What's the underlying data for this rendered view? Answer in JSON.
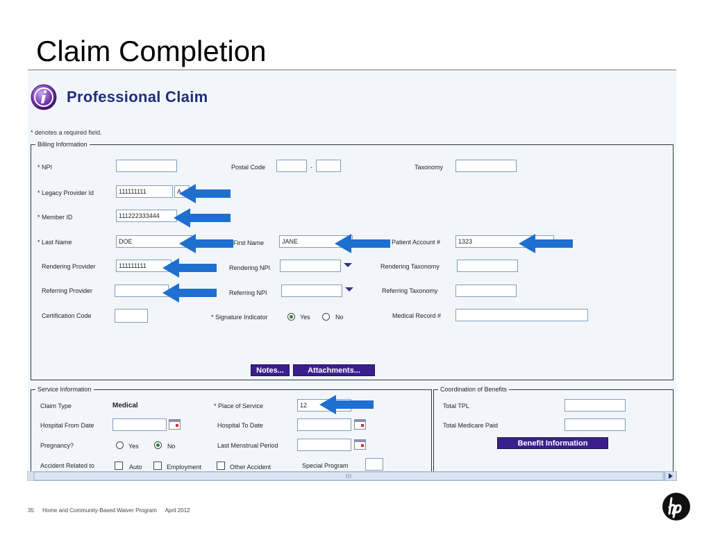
{
  "slide": {
    "title": "Claim Completion",
    "footer": {
      "page_number": "35",
      "program": "Home and Community-Based Waiver Program",
      "date": "April 2012"
    }
  },
  "app": {
    "title": "Professional Claim",
    "required_note": "* denotes a required field."
  },
  "billing": {
    "legend": "Billing Information",
    "npi_label": "* NPI",
    "npi_value": "",
    "postal_code_label": "Postal Code",
    "postal_dash": "-",
    "taxonomy_label": "Taxonomy",
    "legacy_label": "* Legacy Provider Id",
    "legacy_value": "111111111",
    "legacy_suffix": "A",
    "member_label": "* Member ID",
    "member_value": "111222333444",
    "last_name_label": "* Last Name",
    "last_name_value": "DOE",
    "first_name_label": "First Name",
    "first_name_value": "JANE",
    "patient_account_label": "Patient Account #",
    "patient_account_value": "1323",
    "rendering_provider_label": "Rendering Provider",
    "rendering_provider_value": "111111111",
    "rendering_npi_label": "Rendering NPI",
    "rendering_taxonomy_label": "Rendering Taxonomy",
    "referring_provider_label": "Referring Provider",
    "referring_npi_label": "Referring NPI",
    "referring_taxonomy_label": "Referring Taxonomy",
    "certification_label": "Certification Code",
    "signature_label": "* Signature Indicator",
    "signature_yes": "Yes",
    "signature_no": "No",
    "signature_selected": "Yes",
    "medical_record_label": "Medical Record #",
    "notes_button": "Notes...",
    "attachments_button": "Attachments..."
  },
  "service": {
    "legend": "Service Information",
    "claim_type_label": "Claim Type",
    "claim_type_value": "Medical",
    "place_label": "* Place of Service",
    "place_value": "12",
    "hospital_from_label": "Hospital From Date",
    "hospital_to_label": "Hospital To Date",
    "pregnancy_label": "Pregnancy?",
    "pregnancy_yes": "Yes",
    "pregnancy_no": "No",
    "pregnancy_selected": "No",
    "lmp_label": "Last Menstrual Period",
    "accident_label": "Accident Related to",
    "accident_auto": "Auto",
    "accident_employment": "Employment",
    "accident_other": "Other Accident",
    "special_program_label": "Special Program"
  },
  "cob": {
    "legend": "Coordination of Benefits",
    "total_tpl_label": "Total TPL",
    "total_medicare_label": "Total Medicare Paid",
    "benefit_button": "Benefit Information"
  },
  "colors": {
    "arrow": "#1e6fd0",
    "button": "#3b1e8e",
    "title": "#1f2e7a"
  }
}
